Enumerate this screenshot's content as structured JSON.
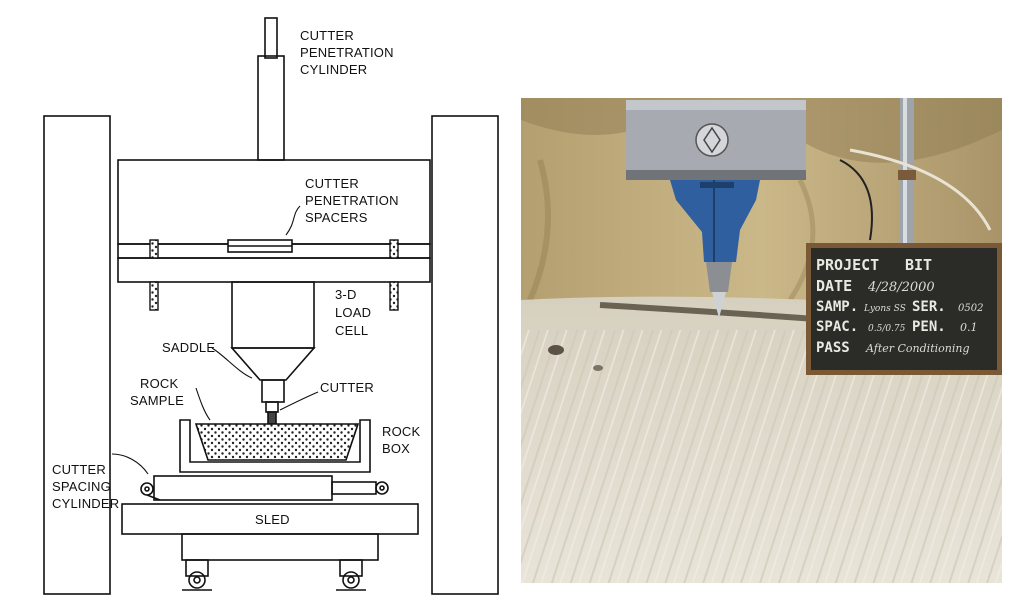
{
  "diagram": {
    "labels": {
      "penetration_cylinder": [
        "CUTTER",
        "PENETRATION",
        "CYLINDER"
      ],
      "penetration_spacers": [
        "CUTTER",
        "PENETRATION",
        "SPACERS"
      ],
      "load_cell": [
        "3-D",
        "LOAD",
        "CELL"
      ],
      "saddle": "SADDLE",
      "rock_sample": [
        "ROCK",
        "SAMPLE"
      ],
      "cutter": "CUTTER",
      "rock_box": [
        "ROCK",
        "BOX"
      ],
      "spacing_cylinder": [
        "CUTTER",
        "SPACING",
        "CYLINDER"
      ],
      "sled": "SLED"
    }
  },
  "photo": {
    "slate": {
      "project_label": "PROJECT",
      "project_value": "BIT",
      "date_label": "DATE",
      "date_value": "4/28/2000",
      "samp_label": "SAMP.",
      "samp_value": "Lyons SS",
      "ser_label": "SER.",
      "ser_value": "0502",
      "spac_label": "SPAC.",
      "spac_value": "0.5/0.75",
      "pen_label": "PEN.",
      "pen_value": "0.1",
      "pass_label": "PASS",
      "pass_value": "After Conditioning"
    },
    "colors": {
      "wall": "#bda97a",
      "sand": "#e2ddcf",
      "holder": "#2f5f9e",
      "slate": "#2b2b27"
    }
  }
}
